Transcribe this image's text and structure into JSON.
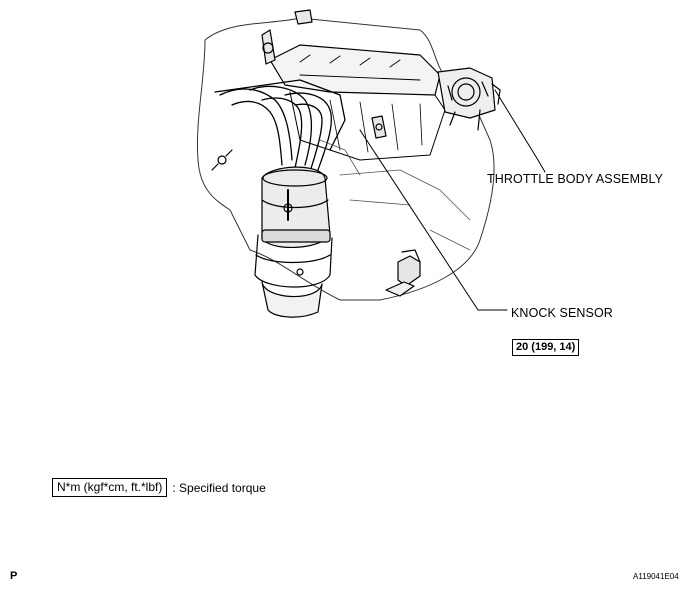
{
  "labels": {
    "throttle_body": "THROTTLE BODY ASSEMBLY",
    "knock_sensor": "KNOCK SENSOR",
    "torque_value": "20 (199, 14)"
  },
  "legend": {
    "unit_box": "N*m (kgf*cm, ft.*lbf)",
    "description": ": Specified torque"
  },
  "footer": {
    "page_marker": "P",
    "figure_code": "A119041E04"
  }
}
